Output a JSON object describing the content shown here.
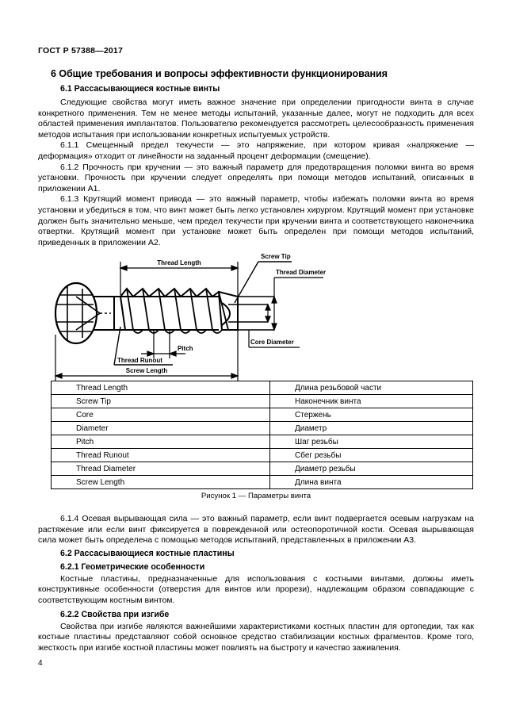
{
  "header": {
    "standard_id": "ГОСТ Р 57388—2017"
  },
  "section": {
    "number_title": "6 Общие требования и вопросы эффективности функционирования",
    "sub_6_1": "6.1 Рассасывающиеся костные винты",
    "intro": "Следующие свойства могут иметь важное значение при определении пригодности винта в случае конкретного применения. Тем не менее методы испытаний, указанные далее, могут не подходить для всех областей применения имплантатов. Пользователю рекомендуется рассмотреть целесообразность применения методов испытания при использовании конкретных испытуемых устройств.",
    "p_6_1_1": "6.1.1 Смещенный предел текучести — это напряжение, при котором кривая «напряжение — деформация» отходит от линейности на заданный процент деформации (смещение).",
    "p_6_1_2": "6.1.2 Прочность при кручении — это важный параметр для предотвращения поломки винта во время установки. Прочность при кручении следует определять при помощи методов испытаний, описанных в приложении А1.",
    "p_6_1_3": "6.1.3 Крутящий момент привода — это важный параметр, чтобы избежать поломки винта во время установки и убедиться в том, что винт может быть легко установлен хирургом. Крутящий момент при установке должен быть значительно меньше, чем предел текучести при кручении винта и соответствующего наконечника отвертки. Крутящий момент при установке может быть определен при помощи методов испытаний, приведенных в приложении А2.",
    "p_6_1_4": "6.1.4 Осевая вырывающая сила — это важный параметр, если винт подвергается осевым нагрузкам на растяжение или если винт фиксируется в поврежденной или остеопоротичной кости. Осевая вырывающая сила может быть определена с помощью методов испытаний, представленных в приложении А3.",
    "sub_6_2": "6.2 Рассасывающиеся костные пластины",
    "sub_6_2_1": "6.2.1 Геометрические особенности",
    "p_6_2_1": "Костные пластины, предназначенные для использования с костными винтами, должны иметь конструктивные особенности (отверстия для винтов или прорези), надлежащим образом совпадающие с соответствующим костным винтом.",
    "sub_6_2_2": "6.2.2 Свойства при изгибе",
    "p_6_2_2": "Свойства при изгибе являются важнейшими характеристиками костных пластин для ортопедии, так как костные пластины представляют собой основное средство стабилизации костных фрагментов. Кроме того, жесткость при изгибе костной пластины может повлиять на быстроту и качество заживления."
  },
  "figure": {
    "caption": "Рисунок 1 — Параметры винта",
    "labels": {
      "thread_length": "Thread Length",
      "screw_tip": "Screw Tip",
      "thread_diameter": "Thread Diameter",
      "core_diameter": "Core Diameter",
      "pitch": "Pitch",
      "thread_runout": "Thread Runout",
      "screw_length": "Screw Length"
    }
  },
  "table": {
    "rows": [
      {
        "en": "Thread Length",
        "ru": "Длина резьбовой части"
      },
      {
        "en": "Screw Tip",
        "ru": "Наконечник винта"
      },
      {
        "en": "Core",
        "ru": "Стержень"
      },
      {
        "en": "Diameter",
        "ru": "Диаметр"
      },
      {
        "en": "Pitch",
        "ru": "Шаг резьбы"
      },
      {
        "en": "Thread Runout",
        "ru": "Сбег резьбы"
      },
      {
        "en": "Thread Diameter",
        "ru": "Диаметр резьбы"
      },
      {
        "en": "Screw Length",
        "ru": "Длина винта"
      }
    ]
  },
  "footer": {
    "page_number": "4"
  }
}
